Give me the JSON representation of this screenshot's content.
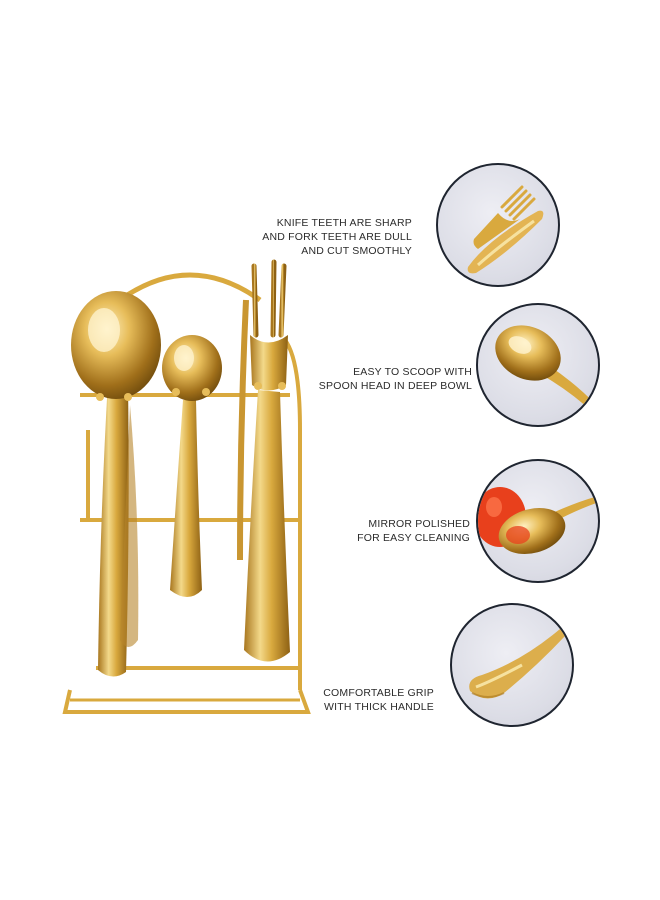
{
  "features": [
    {
      "line1": "KNIFE TEETH ARE SHARP",
      "line2": "AND FORK TEETH ARE DULL",
      "line3": "AND CUT SMOOTHLY",
      "icon": "fork-knife-closeup"
    },
    {
      "line1": "EASY TO SCOOP WITH",
      "line2": "SPOON HEAD IN DEEP BOWL",
      "icon": "spoon-bowl-closeup"
    },
    {
      "line1": "MIRROR POLISHED",
      "line2": "FOR EASY CLEANING",
      "icon": "spoon-reflection-closeup"
    },
    {
      "line1": "COMFORTABLE GRIP",
      "line2": "WITH THICK HANDLE",
      "icon": "handle-closeup"
    }
  ],
  "colors": {
    "gold": "#d9a93e",
    "gold_light": "#f6e2a0",
    "gold_dark": "#9a6a18",
    "circle_border": "#1f2530",
    "tomato": "#e8401c"
  }
}
